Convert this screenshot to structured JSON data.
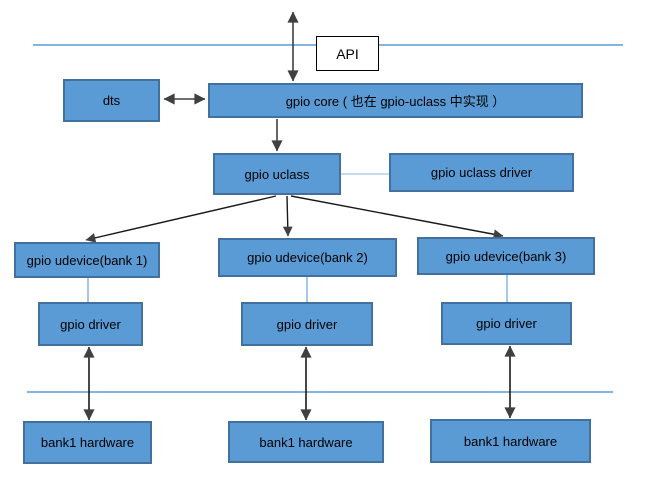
{
  "nodes": {
    "api": "API",
    "dts": "dts",
    "gpio_core": "gpio core (  也在 gpio-uclass 中实现  ）",
    "gpio_uclass": "gpio uclass",
    "gpio_uclass_driver": "gpio uclass driver",
    "udevice_bank1": "gpio udevice(bank 1)",
    "udevice_bank2": "gpio udevice(bank 2)",
    "udevice_bank3": "gpio udevice(bank 3)",
    "gpio_driver1": "gpio driver",
    "gpio_driver2": "gpio driver",
    "gpio_driver3": "gpio driver",
    "hardware1": "bank1 hardware",
    "hardware2": "bank1 hardware",
    "hardware3": "bank1 hardware"
  },
  "colors": {
    "box_fill": "#5B9BD5",
    "box_border": "#41719C",
    "boundary_rule": "#5B9BD5",
    "connector_light_blue": "#9CC2E5",
    "connector_lighter_blue": "#BDD7EE",
    "arrow": "#404040",
    "api_box_bg": "#FFFFFF",
    "api_box_border": "#000000",
    "text": "#000000"
  }
}
